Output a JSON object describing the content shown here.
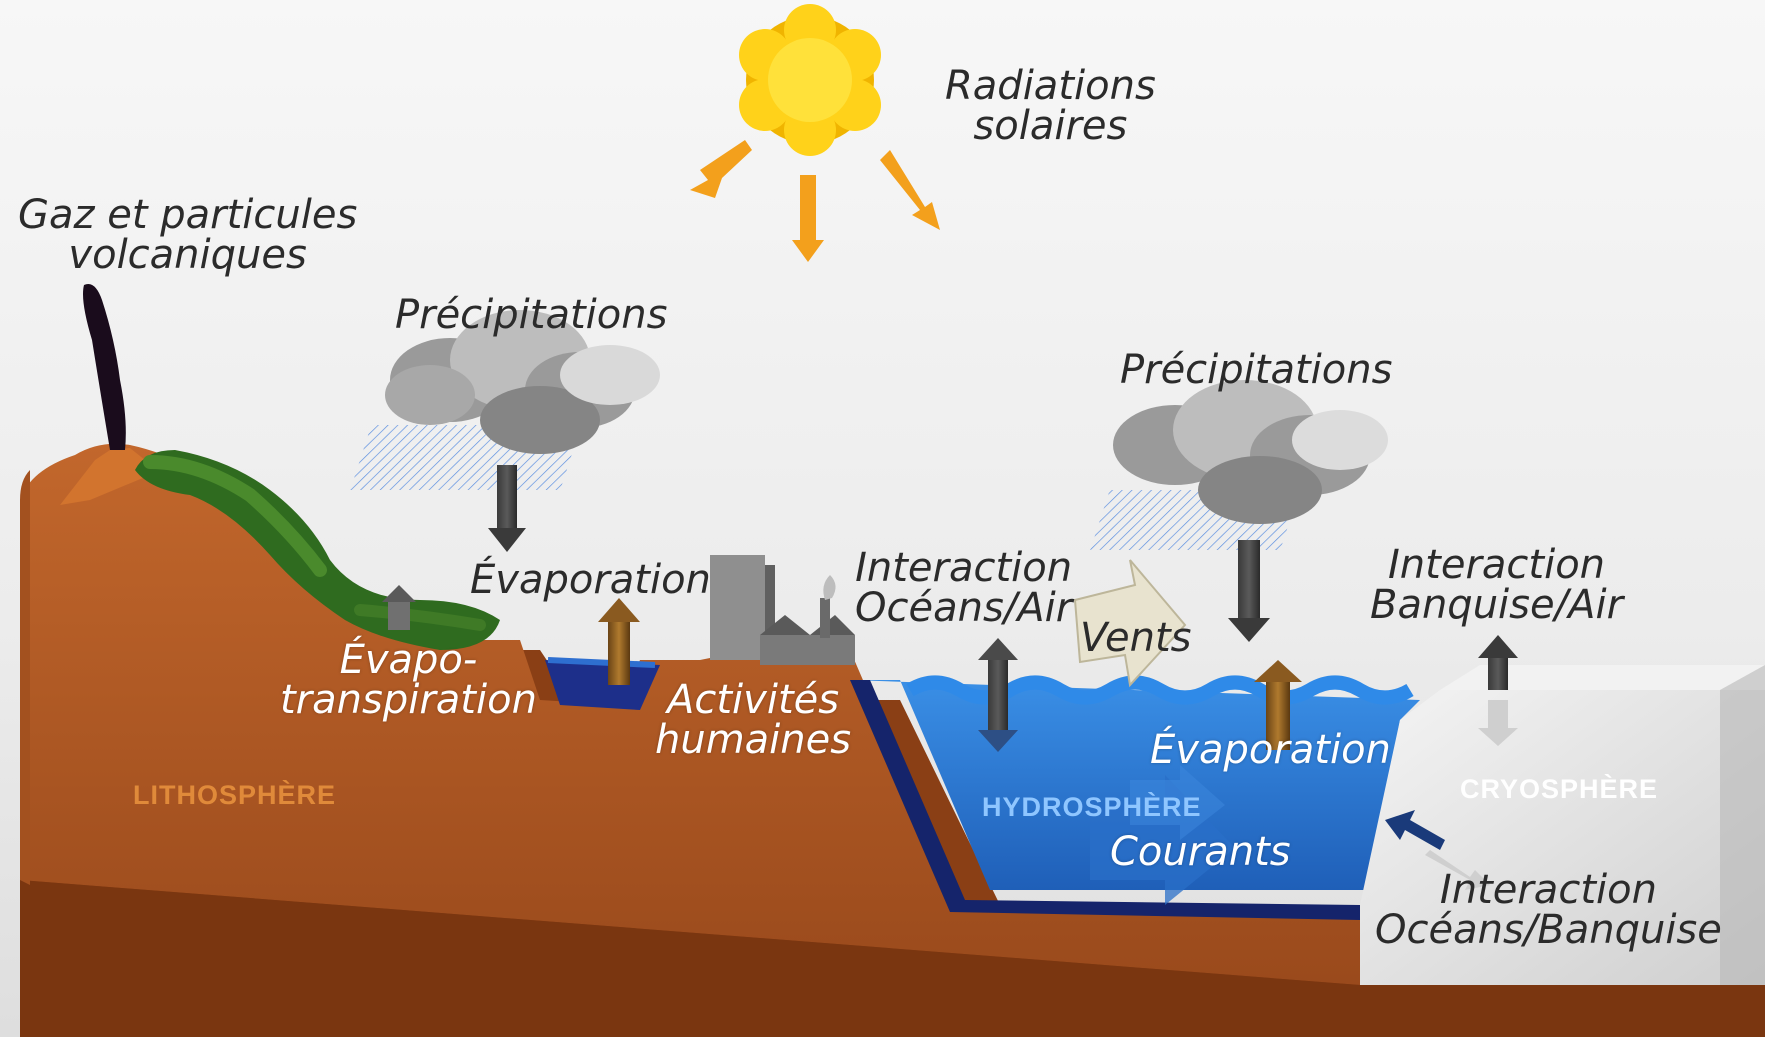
{
  "labels": {
    "radiations": [
      "Radiations",
      "solaires"
    ],
    "volcan": [
      "Gaz et particules",
      "volcaniques"
    ],
    "precip_left": "Précipitations",
    "precip_right": "Précipitations",
    "evaporation_land": "Évaporation",
    "evapotranspiration": [
      "Évapo-",
      "transpiration"
    ],
    "activites": [
      "Activités",
      "humaines"
    ],
    "interaction_ocean_air": [
      "Interaction",
      "Océans/Air"
    ],
    "vents": "Vents",
    "interaction_banquise_air": [
      "Interaction",
      "Banquise/Air"
    ],
    "evaporation_ocean": "Évaporation",
    "courants": "Courants",
    "interaction_ocean_banquise": [
      "Interaction",
      "Océans/Banquise"
    ]
  },
  "zones": {
    "lithosphere": "LITHOSPHÈRE",
    "hydrosphere": "HYDROSPHÈRE",
    "cryosphere": "CRYOSPHÈRE"
  },
  "colors": {
    "lithosphere": "#b35a26",
    "hydrosphere": "#2f7ed6",
    "cryosphere": "#dcdcdc",
    "sun": "#ffd21a",
    "sun_rays": "#f3a01c",
    "label_lithosphere": "#e08a3a",
    "label_hydrosphere": "#8fc6ff",
    "label_cryosphere": "#ffffff"
  },
  "icons": [
    "sun-icon",
    "cloud-icon",
    "smoke-plume-icon",
    "factory-icon",
    "house-icon",
    "wind-arrow-icon",
    "current-arrow-icon"
  ]
}
